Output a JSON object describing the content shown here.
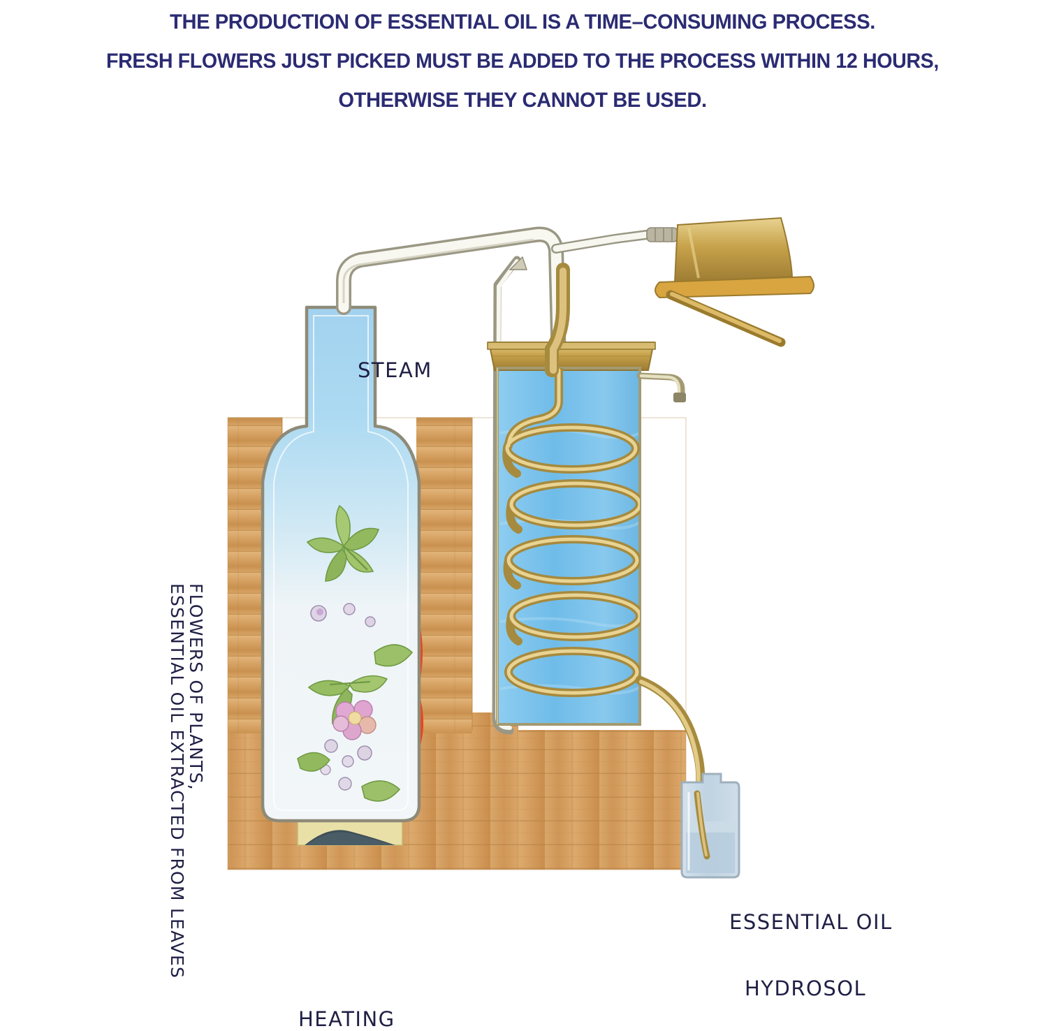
{
  "header": {
    "lines": [
      "THE PRODUCTION OF ESSENTIAL OIL IS A TIME–CONSUMING PROCESS.",
      "FRESH FLOWERS JUST PICKED MUST BE ADDED TO THE PROCESS WITHIN 12 HOURS,",
      "OTHERWISE THEY CANNOT BE USED."
    ],
    "color": "#2b2b73"
  },
  "diagram": {
    "title": "Steam distillation apparatus for essential oil extraction",
    "labels": {
      "steam": "STEAM",
      "heating": "HEATING",
      "essential_oil": "ESSENTIAL OIL",
      "hydrosol": "HYDROSOL",
      "flowers_of_plants": "FLOWERS OF PLANTS,",
      "oil_extracted": "ESSENTIAL OIL EXTRACTED FROM LEAVES"
    },
    "label_color": "#1f1f45",
    "colors": {
      "brick": "#cf9a5a",
      "brick_dark": "#b87d3e",
      "brick_light": "#e0b075",
      "flask_vapor": "#a7d5ef",
      "flask_body": "#eef4f8",
      "water": "#7cc3ec",
      "water_dark": "#5aa9da",
      "copper": "#c9a44a",
      "copper_light": "#e3c87c",
      "flame_red": "#e03a1e",
      "flame_orange": "#f2822a",
      "flame_yellow": "#f6cf72",
      "coal": "#4a4040",
      "leaf": "#8fb860",
      "leaf_dark": "#6f9a44",
      "blossom": "#d9a0cf",
      "glass_stroke": "#8e8a78",
      "jar_glass": "#c8d9e6",
      "ash_block": "#e8dfa8"
    },
    "parts": [
      "distillation-flask",
      "plant-material",
      "brick-furnace",
      "firebox",
      "flame",
      "coal-bed",
      "steam-pipe",
      "condenser-tank",
      "condenser-coil",
      "overflow-spout",
      "valve-cap",
      "collection-jar"
    ],
    "coil_loops": 5
  }
}
